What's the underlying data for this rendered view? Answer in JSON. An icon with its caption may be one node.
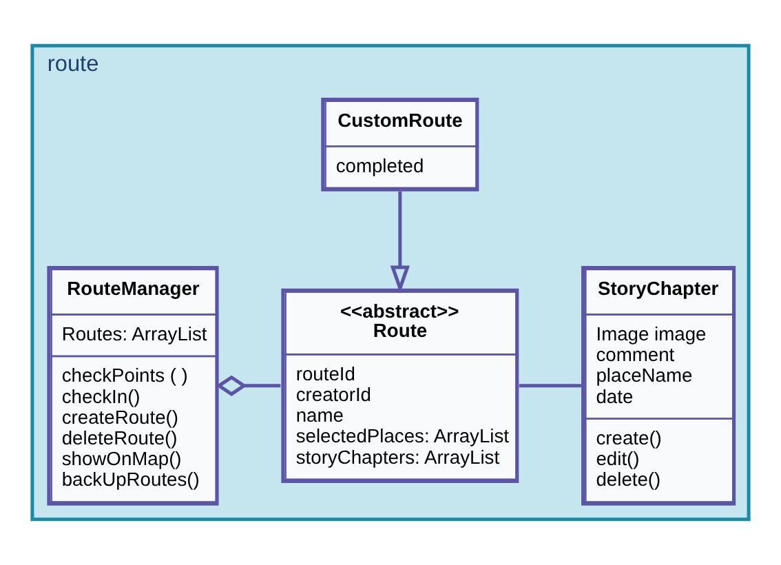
{
  "diagram": {
    "nodes": [
      {
        "text": [
          "route"
        ]
      },
      {
        "text": [
          "CustomRoute",
          "completed"
        ],
        "in": 0
      },
      {
        "text": [
          "RouteManager",
          "Routes: ArrayList",
          "checkPoints ( )",
          "checkIn()",
          "createRoute()",
          "deleteRoute()",
          "showOnMap()",
          "backUpRoutes()"
        ],
        "in": 0
      },
      {
        "text": [
          "<<abstract>>",
          "Route",
          "routeId",
          "creatorId",
          "name",
          "selectedPlaces: ArrayList",
          "storyChapters: ArrayList"
        ],
        "in": 0
      },
      {
        "text": [
          "StoryChapter",
          "Image image",
          "comment",
          "placeName",
          "date",
          "create()",
          "edit()",
          "delete()"
        ],
        "in": 0
      }
    ],
    "edges": [
      {
        "from": 1,
        "to": 3,
        "arrow": "to"
      },
      {
        "from": 2,
        "to": 3,
        "arrow": "other"
      },
      {
        "from": 3,
        "to": 4,
        "arrow": "none"
      }
    ]
  }
}
